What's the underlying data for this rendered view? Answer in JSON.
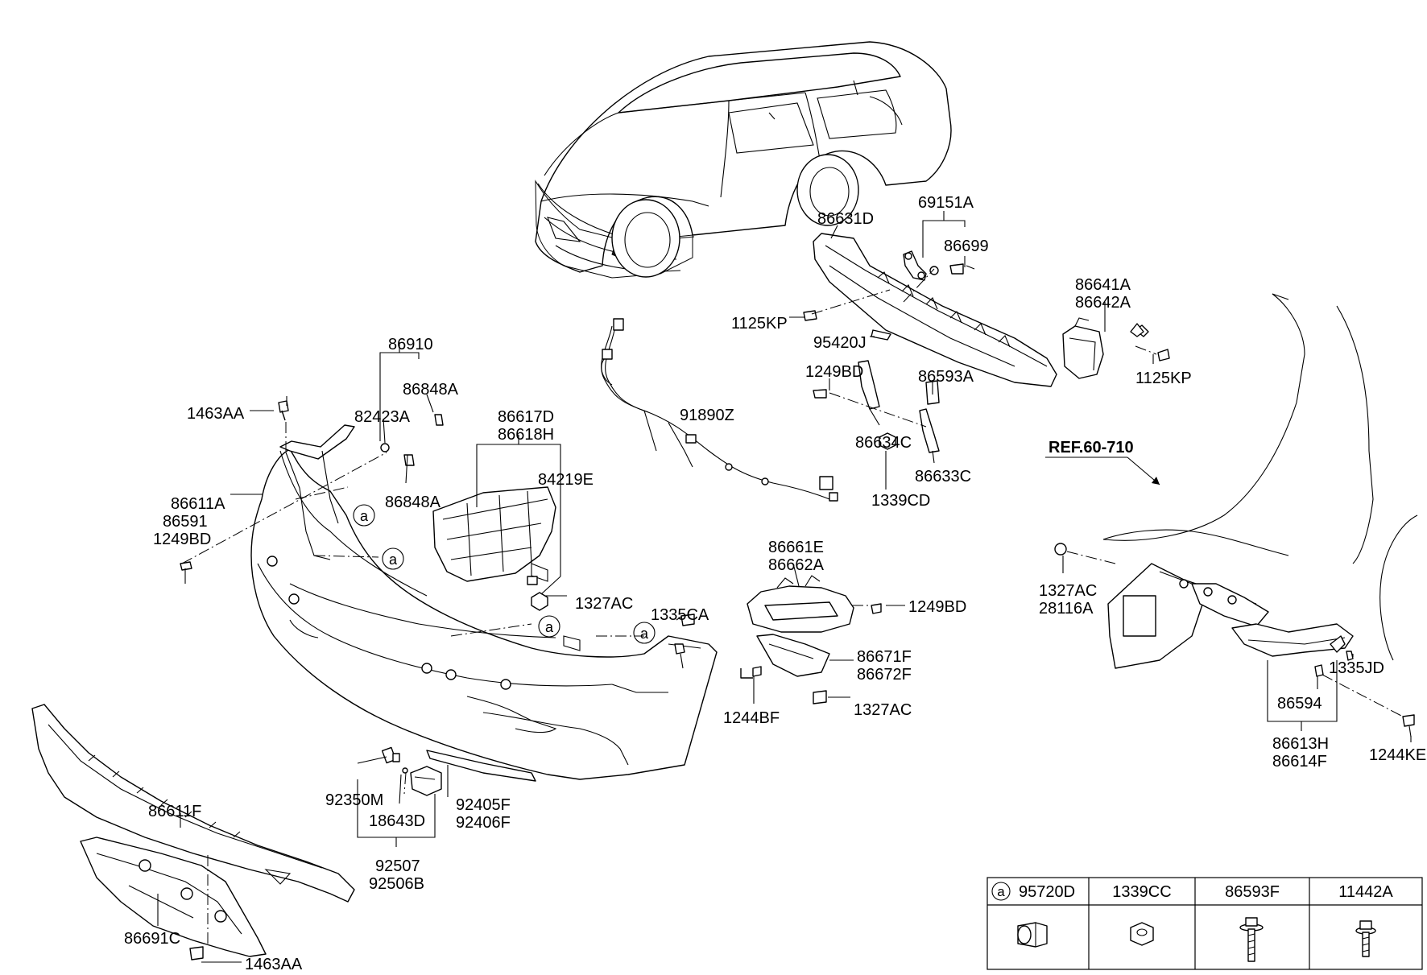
{
  "labels": {
    "p86631D": "86631D",
    "p69151A": "69151A",
    "p86699": "86699",
    "p86641A": "86641A",
    "p86642A": "86642A",
    "p1125KP_l": "1125KP",
    "p95420J": "95420J",
    "p1125KP_r": "1125KP",
    "p1249BD_t": "1249BD",
    "p86593A": "86593A",
    "p86910": "86910",
    "p86848A_t": "86848A",
    "p1463AA_t": "1463AA",
    "p82423A": "82423A",
    "p86617D": "86617D",
    "p86618H": "86618H",
    "p91890Z": "91890Z",
    "p86634C": "86634C",
    "p86633C": "86633C",
    "p1339CD": "1339CD",
    "p84219E": "84219E",
    "p86848A_b": "86848A",
    "p86611A": "86611A",
    "p86591": "86591",
    "p1249BD_l": "1249BD",
    "p86661E": "86661E",
    "p86662A": "86662A",
    "p1327AC_m": "1327AC",
    "p1335CA": "1335CA",
    "p1249BD_r": "1249BD",
    "p1327AC_r": "1327AC",
    "p28116A": "28116A",
    "p86671F": "86671F",
    "p86672F": "86672F",
    "p1335JD": "1335JD",
    "p1327AC_b": "1327AC",
    "p1244BF": "1244BF",
    "p86594": "86594",
    "p86613H": "86613H",
    "p86614F": "86614F",
    "p1244KE": "1244KE",
    "p86611F": "86611F",
    "p92350M": "92350M",
    "p92405F": "92405F",
    "p92406F": "92406F",
    "p18643D": "18643D",
    "p92507": "92507",
    "p92506B": "92506B",
    "p86691C": "86691C",
    "p1463AA_b": "1463AA",
    "ref": "REF.60-710",
    "circle_a": "a"
  },
  "legend": {
    "a_mark": "a",
    "columns": [
      "95720D",
      "1339CC",
      "86593F",
      "11442A"
    ]
  }
}
